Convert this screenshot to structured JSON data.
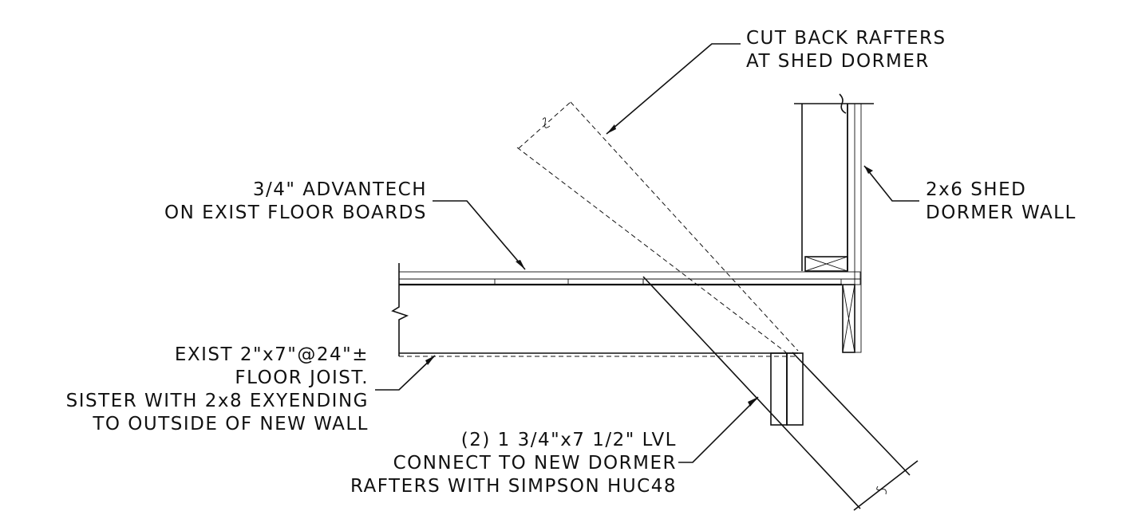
{
  "notes": {
    "rafters_line1": "CUT BACK RAFTERS",
    "rafters_line2": "AT SHED DORMER",
    "advantech_line1": "3/4\" ADVANTECH",
    "advantech_line2": "ON EXIST FLOOR BOARDS",
    "wall_line1": "2x6 SHED",
    "wall_line2": "DORMER WALL",
    "joist_line1": "EXIST 2\"x7\"@24\"±",
    "joist_line2": "FLOOR JOIST.",
    "joist_line3": "SISTER WITH 2x8 EXYENDING",
    "joist_line4": "TO OUTSIDE OF NEW WALL",
    "lvl_line1": "(2) 1 3/4\"x7 1/2\" LVL",
    "lvl_line2": "CONNECT TO NEW DORMER",
    "lvl_line3": "RAFTERS WITH SIMPSON HUC48"
  }
}
